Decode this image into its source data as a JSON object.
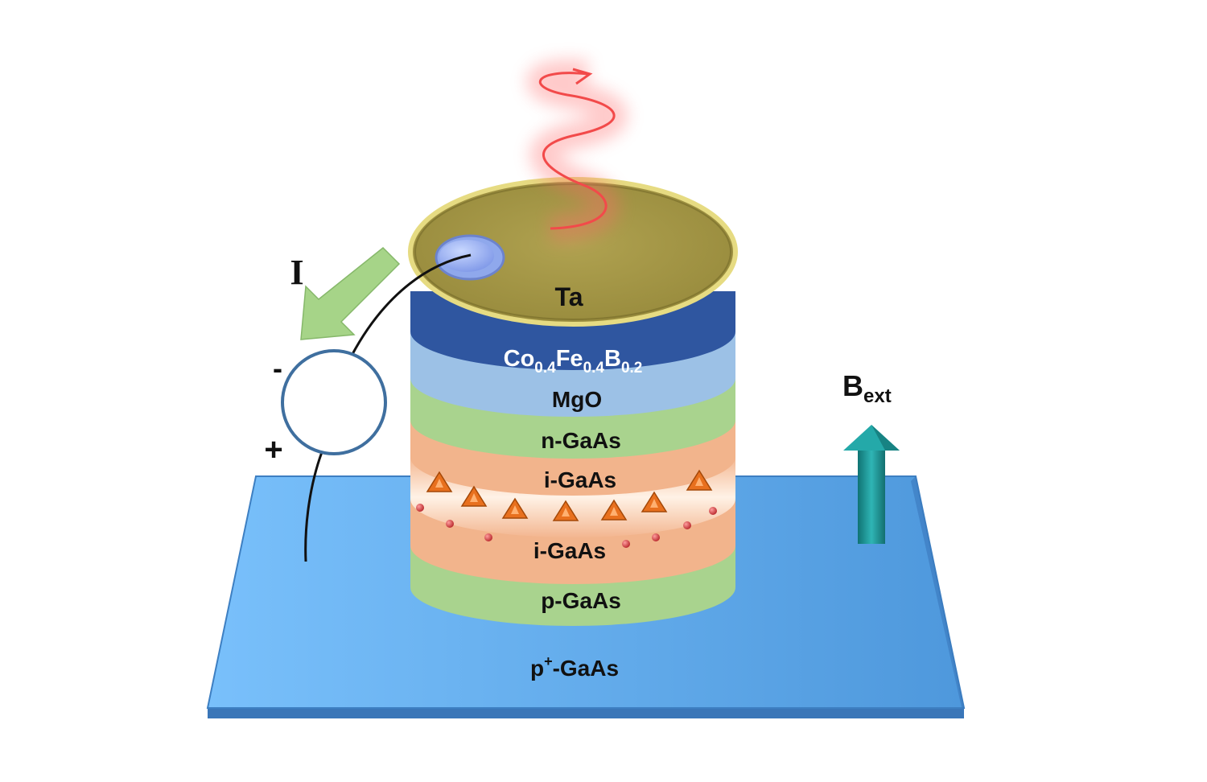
{
  "layers": {
    "ta": "Ta",
    "cofeb": {
      "co": "Co",
      "co_sub": "0.4",
      "fe": "Fe",
      "fe_sub": "0.4",
      "b": "B",
      "b_sub": "0.2"
    },
    "mgo": "MgO",
    "n_gaas": "n-GaAs",
    "i_gaas_top": "i-GaAs",
    "i_gaas_bottom": "i-GaAs",
    "p_gaas": "p-GaAs",
    "substrate": {
      "base": "p",
      "sup": "+",
      "rest": "-GaAs"
    }
  },
  "circuit": {
    "current_label": "I",
    "minus": "-",
    "plus": "+"
  },
  "field": {
    "symbol": "B",
    "subscript": "ext"
  },
  "colors": {
    "ta_top": "#a89a48",
    "ta_band": "#2f56a0",
    "cofeb_band": "#9cc1e6",
    "green_band": "#a9d38e",
    "orange_band": "#f2b48c",
    "substrate": "#6aaeee",
    "emission": "#f24a4a",
    "field_arrow": "#1f9a9a",
    "current_arrow": "#a6d488",
    "quantum_dot": "#e8701e"
  },
  "icons": [
    "emission-wave-icon",
    "current-arrow-icon",
    "voltage-source-icon",
    "field-arrow-icon",
    "quantum-dot-icon"
  ]
}
